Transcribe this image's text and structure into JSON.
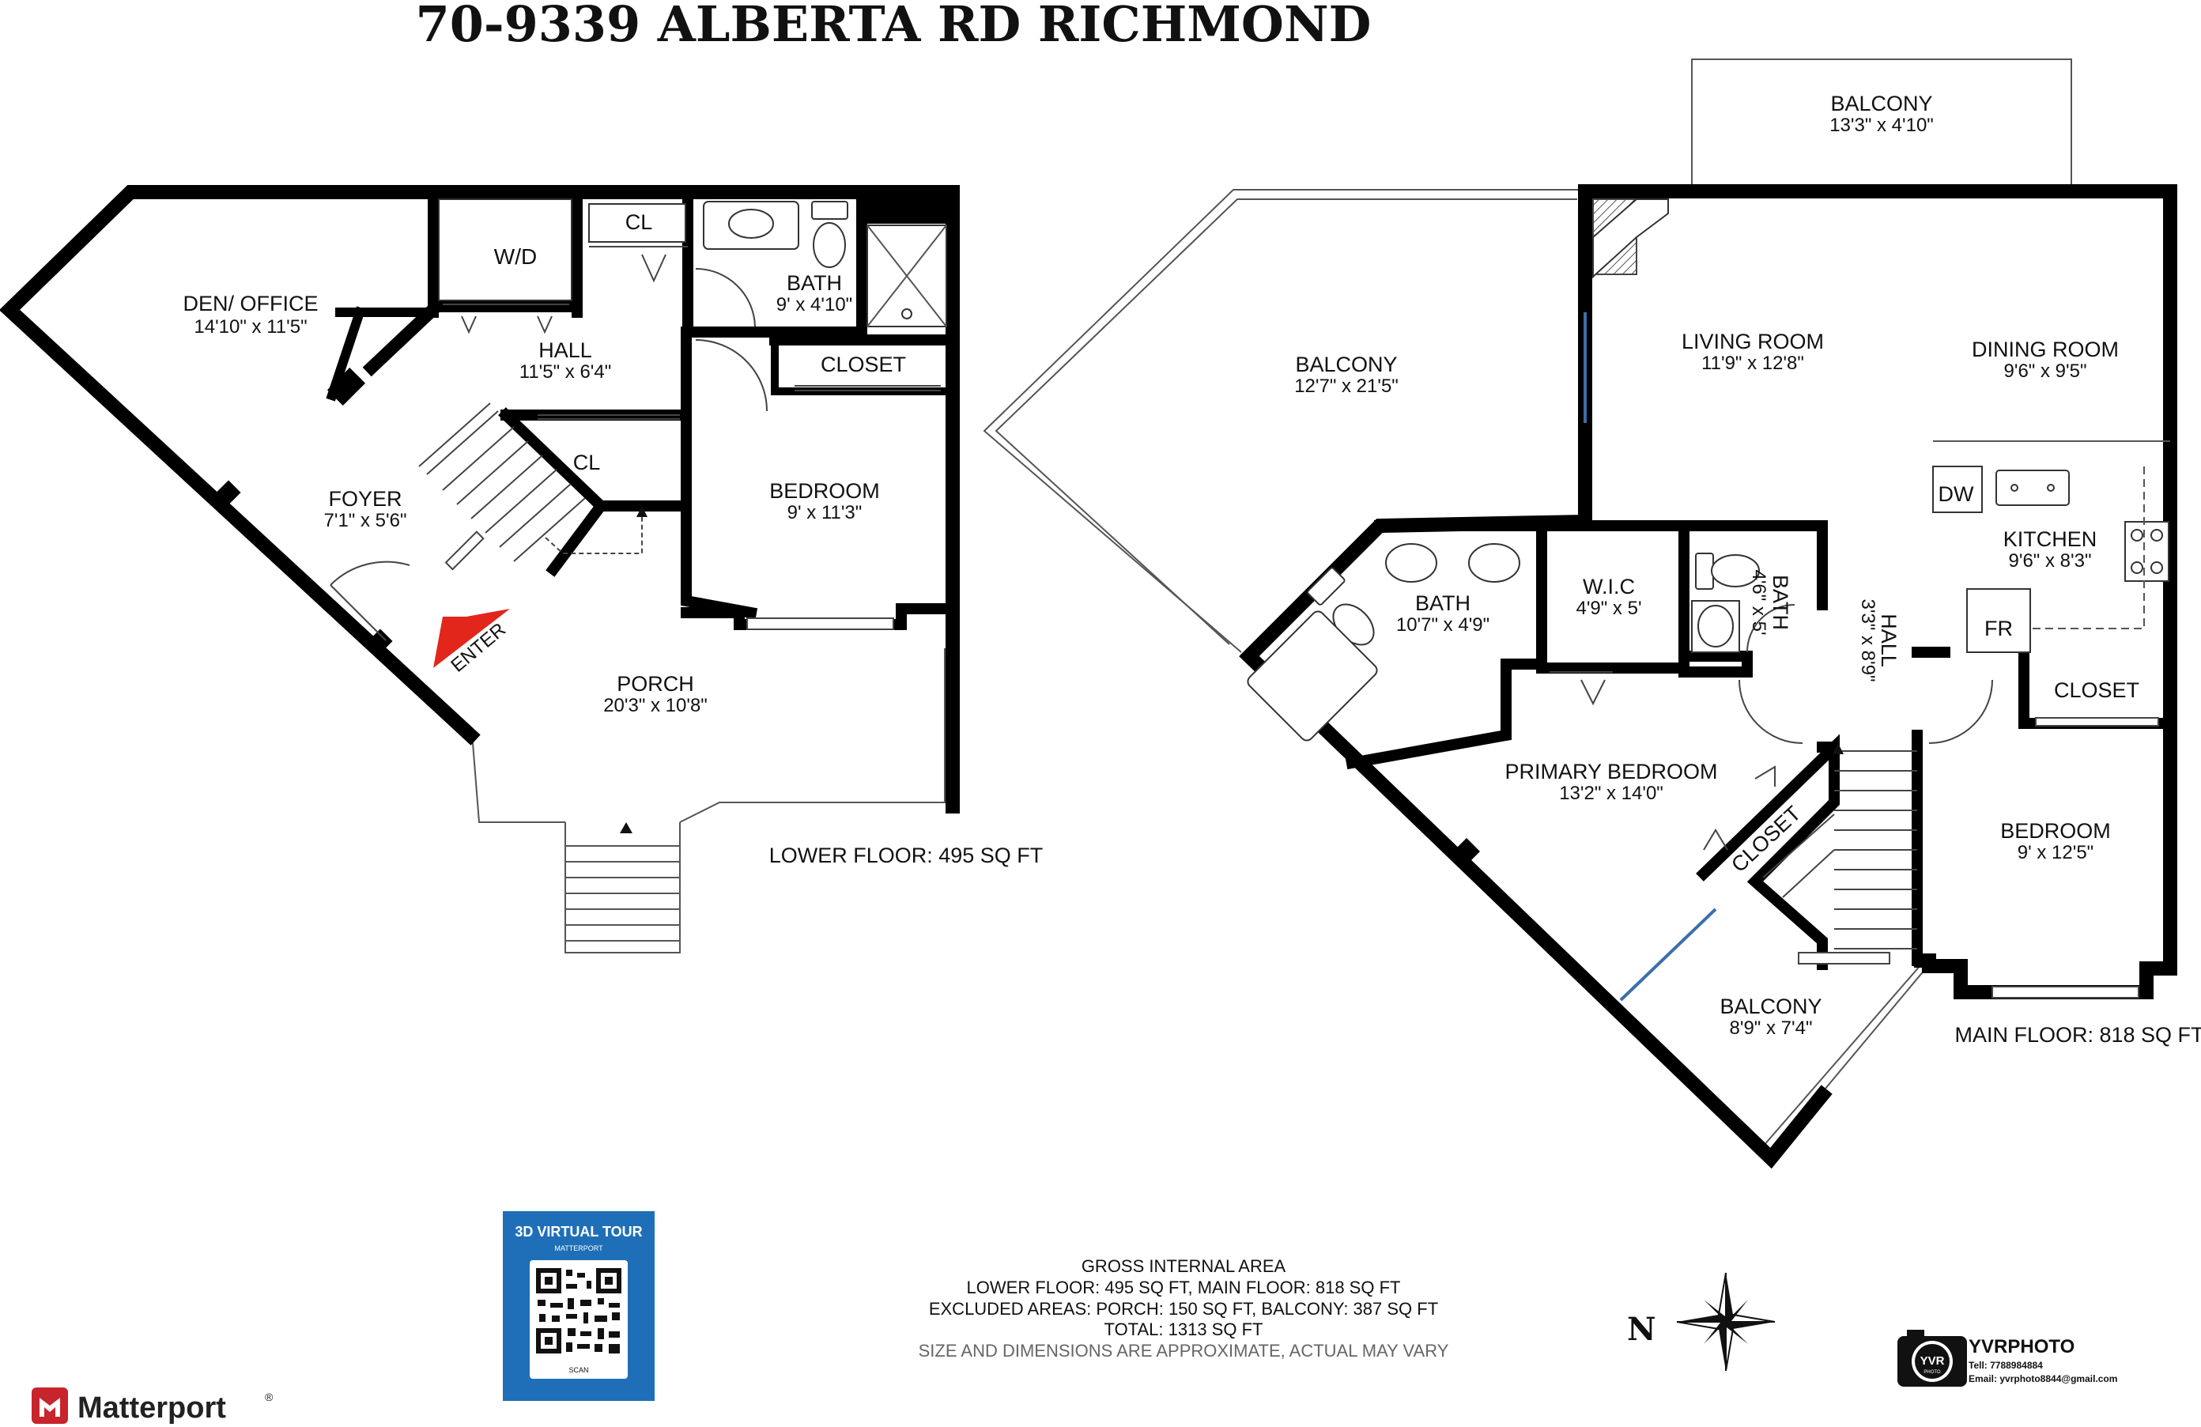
{
  "title": "70-9339 ALBERTA RD RICHMOND",
  "lower_floor": {
    "label": "LOWER FLOOR: 495 SQ FT",
    "rooms": {
      "den": {
        "name": "DEN/ OFFICE",
        "dims": "14'10\" x 11'5\""
      },
      "wd": {
        "name": "W/D"
      },
      "cl_top": {
        "name": "CL"
      },
      "bath": {
        "name": "BATH",
        "dims": "9' x 4'10\""
      },
      "hall": {
        "name": "HALL",
        "dims": "11'5\" x 6'4\""
      },
      "closet": {
        "name": "CLOSET"
      },
      "cl_stair": {
        "name": "CL"
      },
      "bedroom": {
        "name": "BEDROOM",
        "dims": "9' x 11'3\""
      },
      "foyer": {
        "name": "FOYER",
        "dims": "7'1\" x 5'6\""
      },
      "porch": {
        "name": "PORCH",
        "dims": "20'3\" x 10'8\""
      }
    },
    "enter": "ENTER"
  },
  "main_floor": {
    "label": "MAIN FLOOR: 818 SQ FT",
    "rooms": {
      "balcony_top": {
        "name": "BALCONY",
        "dims": "13'3\" x 4'10\""
      },
      "balcony_left": {
        "name": "BALCONY",
        "dims": "12'7\" x 21'5\""
      },
      "living": {
        "name": "LIVING ROOM",
        "dims": "11'9\" x 12'8\""
      },
      "dining": {
        "name": "DINING ROOM",
        "dims": "9'6\" x 9'5\""
      },
      "dw": {
        "name": "DW"
      },
      "kitchen": {
        "name": "KITCHEN",
        "dims": "9'6\" x 8'3\""
      },
      "fr": {
        "name": "FR"
      },
      "bath_primary": {
        "name": "BATH",
        "dims": "10'7\" x 4'9\""
      },
      "wic": {
        "name": "W.I.C",
        "dims": "4'9\" x 5'"
      },
      "bath_small": {
        "name": "BATH",
        "dims": "4'6\" x 5'"
      },
      "hall": {
        "name": "HALL",
        "dims": "3'3\" x 8'9\""
      },
      "closet_right": {
        "name": "CLOSET"
      },
      "primary": {
        "name": "PRIMARY BEDROOM",
        "dims": "13'2\" x 14'0\""
      },
      "closet_diag": {
        "name": "CLOSET"
      },
      "bedroom": {
        "name": "BEDROOM",
        "dims": "9' x 12'5\""
      },
      "balcony_bottom": {
        "name": "BALCONY",
        "dims": "8'9\" x 7'4\""
      }
    }
  },
  "area_summary": {
    "line1": "GROSS INTERNAL AREA",
    "line2": "LOWER FLOOR: 495 SQ FT, MAIN FLOOR: 818 SQ FT",
    "line3": "EXCLUDED AREAS: PORCH: 150 SQ FT, BALCONY: 387 SQ FT",
    "line4": "TOTAL: 1313 SQ FT",
    "line5": "SIZE AND DIMENSIONS ARE APPROXIMATE, ACTUAL MAY VARY"
  },
  "virtual_tour": {
    "heading": "3D VIRTUAL TOUR",
    "sub": "MATTERPORT",
    "scan": "SCAN",
    "bg_color": "#1f6fb8"
  },
  "matterport_logo": {
    "text": "Matterport",
    "mark": "®",
    "color": "#c8242b"
  },
  "compass": {
    "letter": "N"
  },
  "yvr": {
    "badge": "YVR",
    "badge_sub": "PHOTO",
    "brand": "YVRPHOTO",
    "tel": "Tell:  7788984884",
    "email": "Email:  yvrphoto8844@gmail.com"
  }
}
